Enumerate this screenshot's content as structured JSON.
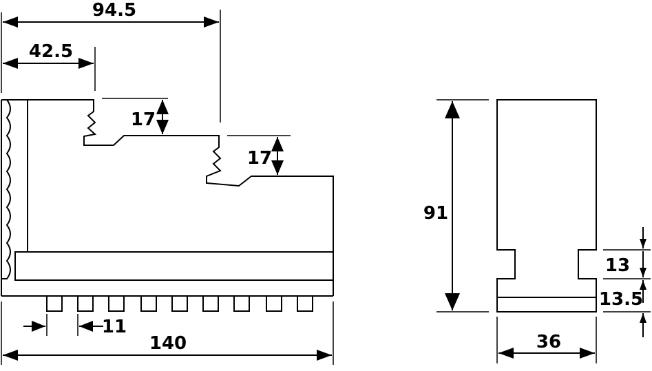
{
  "labels": {
    "w_94_5": "94.5",
    "w_42_5": "42.5",
    "step_17_a": "17",
    "step_17_b": "17",
    "h_91": "91",
    "w_36": "36",
    "h_13": "13",
    "h_13_5": "13.5",
    "pitch_11": "11",
    "w_140": "140"
  },
  "colors": {
    "ink": "#000000",
    "paper": "#ffffff"
  }
}
